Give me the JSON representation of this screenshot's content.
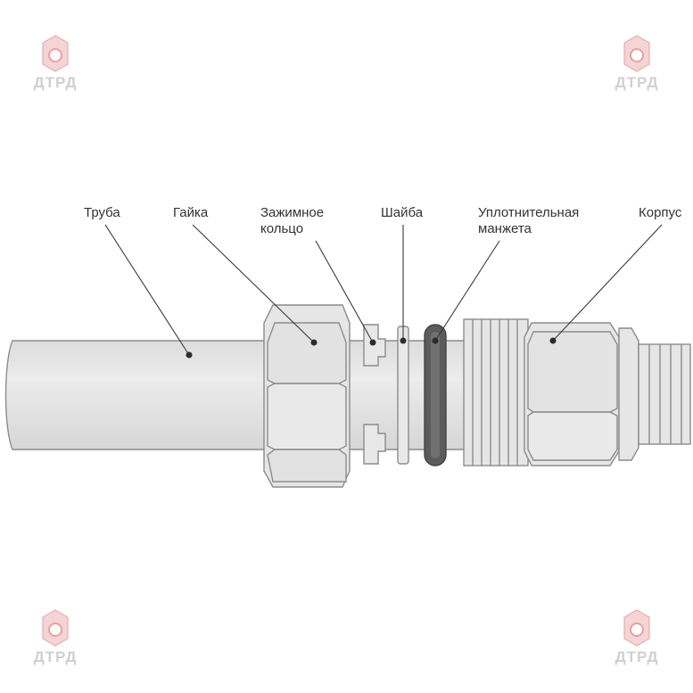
{
  "labels": {
    "pipe": "Труба",
    "nut": "Гайка",
    "ring_line1": "Зажимное",
    "ring_line2": "кольцо",
    "washer": "Шайба",
    "seal_line1": "Уплотнительная",
    "seal_line2": "манжета",
    "body": "Корпус"
  },
  "watermark": {
    "text": "ДТРД"
  },
  "colors": {
    "part_fill": "#e4e4e4",
    "part_stroke": "#8c8c8c",
    "seal_fill": "#5b5b5b",
    "leader": "#3a3a3a",
    "watermark": "#d0d0d0",
    "watermark_logo": "#e8a0a0"
  }
}
